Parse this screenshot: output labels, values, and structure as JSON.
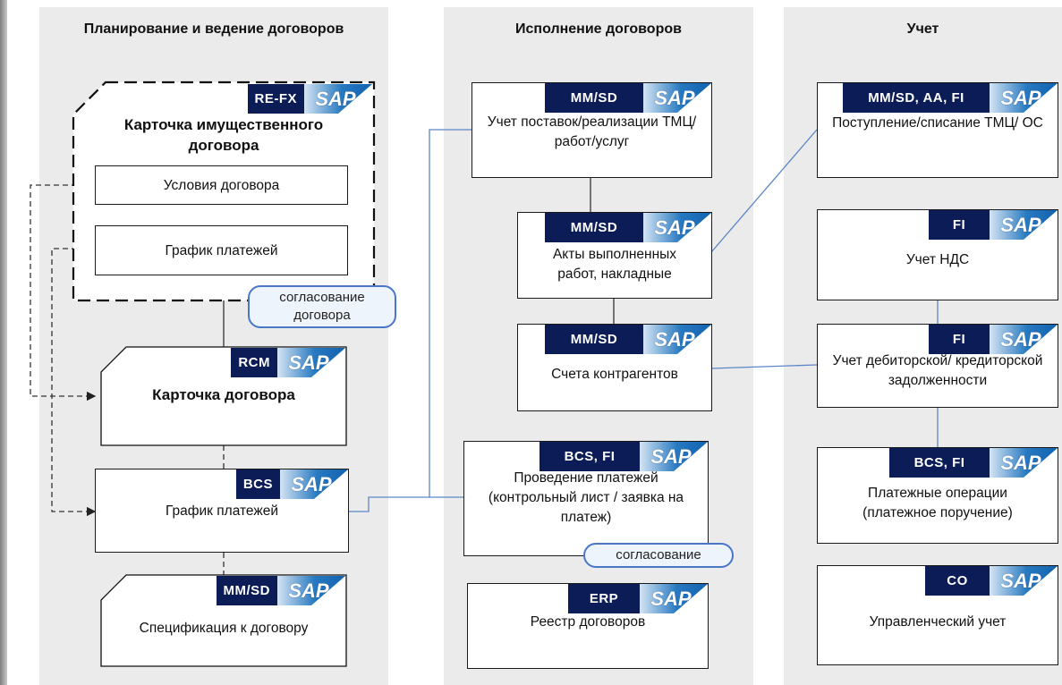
{
  "columns": {
    "planning": "Планирование и ведение договоров",
    "execution": "Исполнение договоров",
    "accounting": "Учет"
  },
  "boxes": {
    "property_card": {
      "module": "RE-FX",
      "title": "Карточка имущественного договора"
    },
    "contract_terms": {
      "label": "Условия договора"
    },
    "payment_schedule_inner": {
      "label": "График платежей"
    },
    "contract_card": {
      "module": "RCM",
      "title": "Карточка договора"
    },
    "payment_schedule": {
      "module": "BCS",
      "label": "График платежей"
    },
    "contract_spec": {
      "module": "MM/SD",
      "label": "Спецификация к договору"
    },
    "supply_accounting": {
      "module": "MM/SD",
      "label": "Учет поставок/реализации ТМЦ/работ/услуг"
    },
    "work_acts": {
      "module": "MM/SD",
      "label": "Акты выполненных работ, накладные"
    },
    "counterparty_invoices": {
      "module": "MM/SD",
      "label": "Счета контрагентов"
    },
    "payments": {
      "module": "BCS, FI",
      "label": "Проведение платежей (контрольный лист / заявка на платеж)"
    },
    "contract_registry": {
      "module": "ERP",
      "label": "Реестр договоров"
    },
    "receipt_writeoff": {
      "module": "MM/SD, AA, FI",
      "label": "Поступление/списание ТМЦ/ ОС"
    },
    "vat": {
      "module": "FI",
      "label": "Учет НДС"
    },
    "receivables": {
      "module": "FI",
      "label": "Учет дебиторской/ кредиторской задолженности"
    },
    "payment_operations": {
      "module": "BCS, FI",
      "label": "Платежные операции (платежное поручение)"
    },
    "management_accounting": {
      "module": "CO",
      "label": "Управленческий учет"
    }
  },
  "sap_logo": "SAP",
  "pills": {
    "contract_approval": "согласование договора",
    "approval": "согласование"
  },
  "colors": {
    "module_bg": "#0b1c56",
    "sap_blue": "#1262b0",
    "link_blue": "#5b86c8",
    "column_bg": "#ebebeb"
  }
}
